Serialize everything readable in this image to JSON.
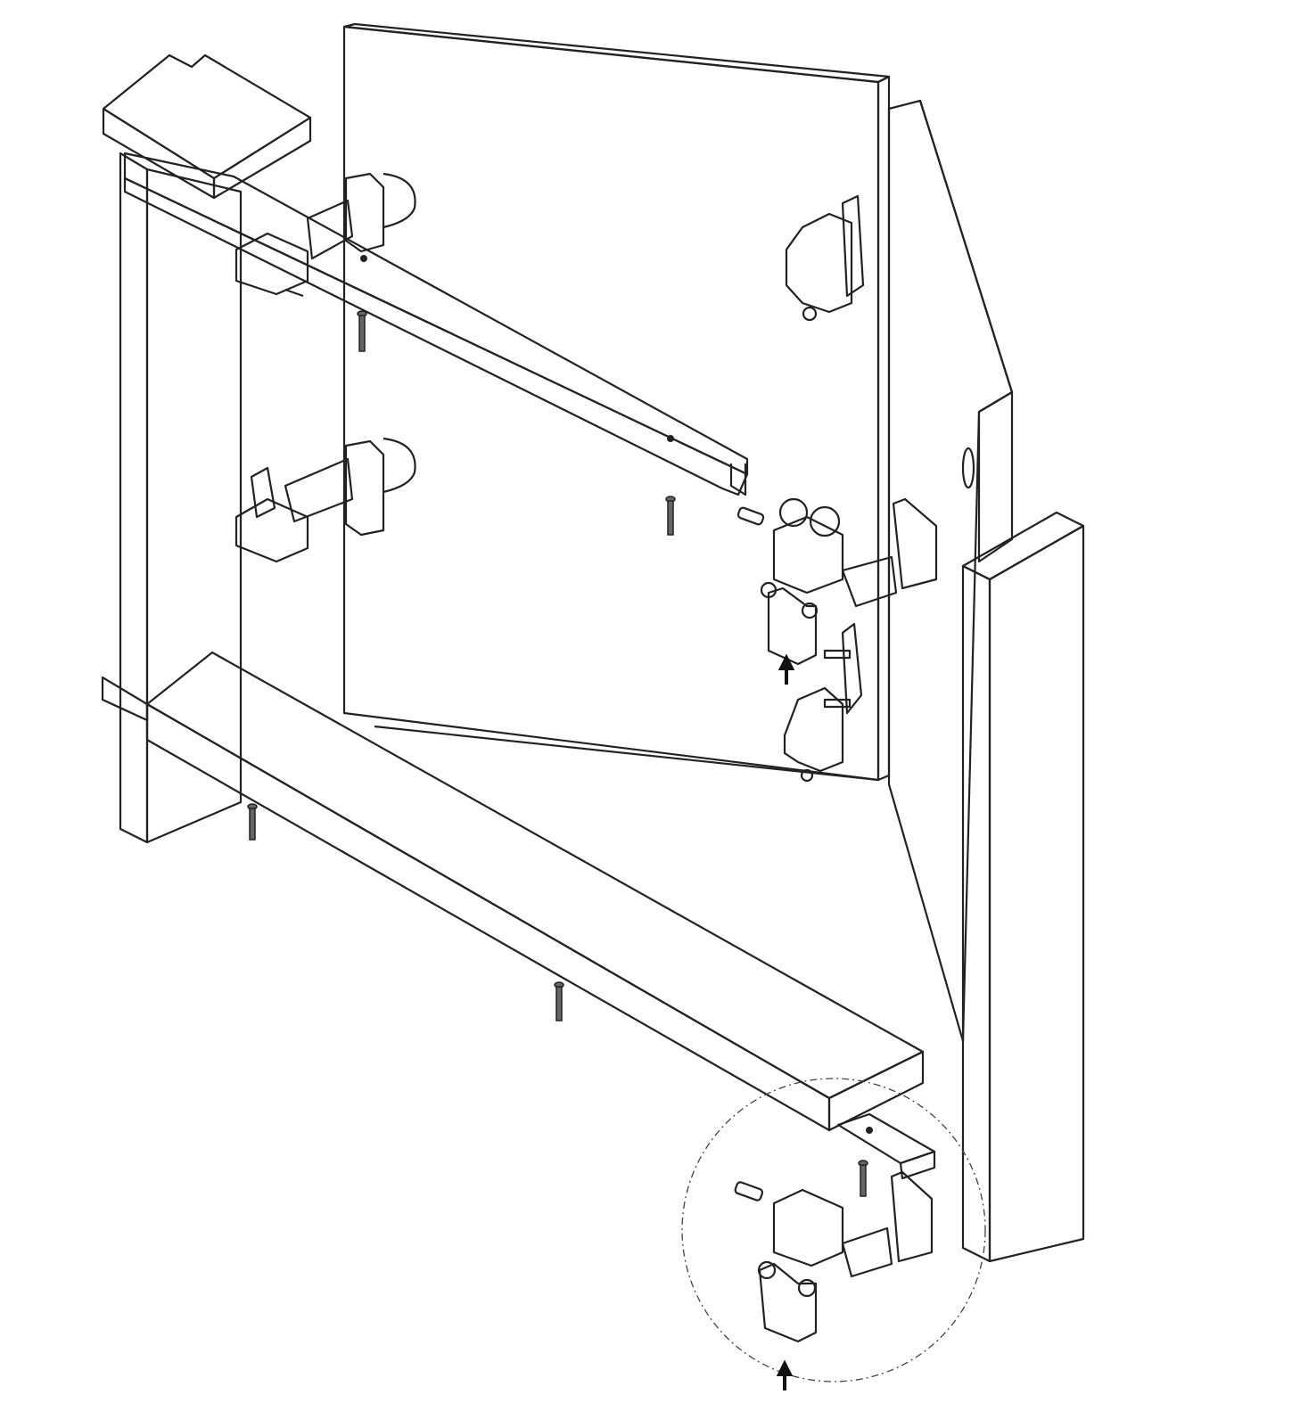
{
  "colors": {
    "board": "#f7f6fa",
    "board_shade": "#ecebf2",
    "outline": "#222222",
    "top_rail": "#c9b3d3",
    "bottom_rail": "#e8e6cf",
    "left_hinges": "#1f6fb2",
    "upper_door_bracket": "#2f6b45",
    "roller_carriage": "#b06a63",
    "lower_door_bracket": "#c8d2e2",
    "bottom_guide": "#3fb3b3"
  },
  "parts": [
    "top-cap-board",
    "left-side-panel",
    "top-rail",
    "door-panel",
    "open-door-panel",
    "right-side-post",
    "bottom-board",
    "bottom-guide-rail",
    "detail-circle"
  ]
}
